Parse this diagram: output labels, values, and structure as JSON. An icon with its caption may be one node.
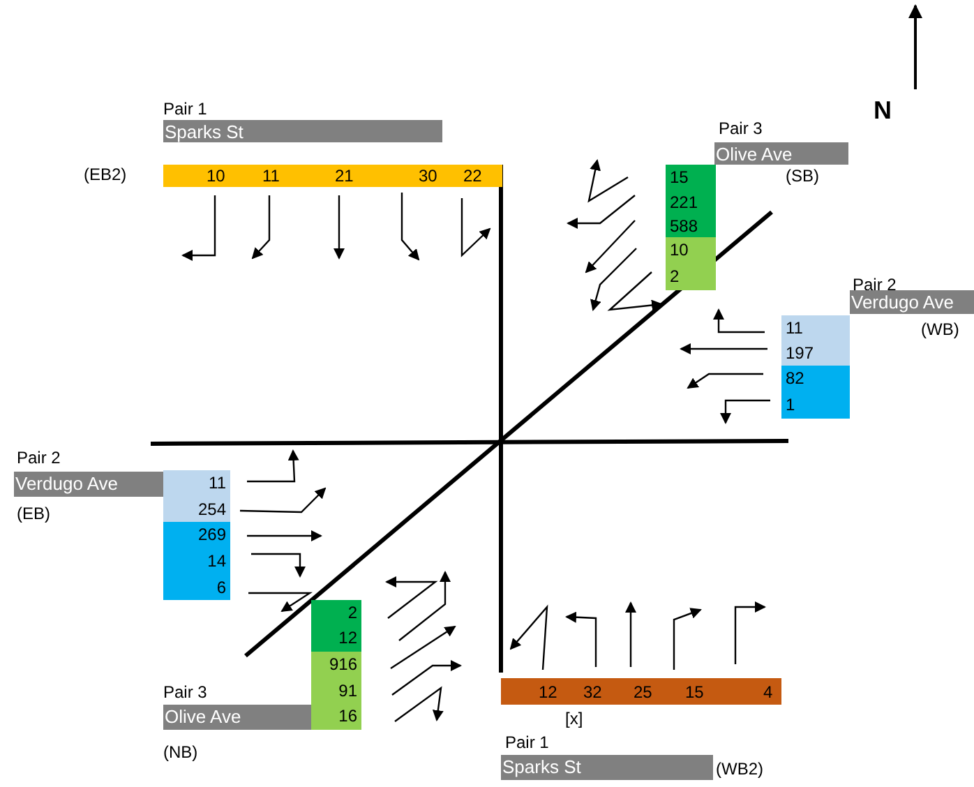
{
  "diagram": {
    "labels": [
      "Pair 1",
      "Sparks St",
      "N",
      "Pair 3",
      "Olive Ave",
      "(EB2)",
      "10",
      "11",
      "21",
      "30",
      "22",
      "15",
      "(SB)",
      "221",
      "588",
      "10",
      "2",
      "Pair 2",
      "Verdugo Ave",
      "11",
      "(WB)",
      "197",
      "82",
      "1",
      "Pair 2",
      "Verdugo Ave",
      "11",
      "(EB)",
      "254",
      "269",
      "14",
      "6",
      "2",
      "12",
      "916",
      "Pair 3",
      "91",
      "Olive Ave",
      "16",
      "(NB)",
      "12",
      "32",
      "25",
      "15",
      "4",
      "[x]",
      "Pair 1",
      "Sparks St",
      "(WB2)"
    ]
  }
}
